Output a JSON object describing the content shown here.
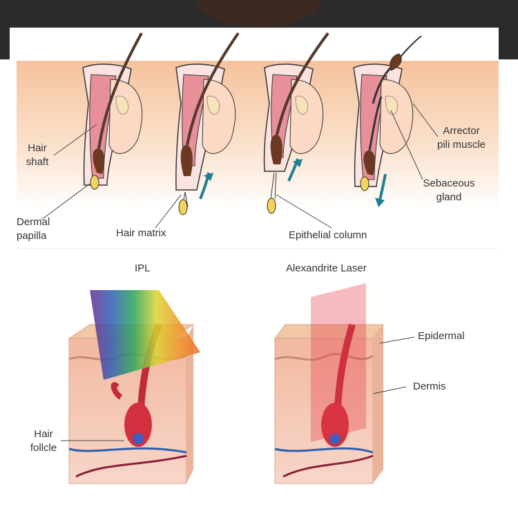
{
  "top_panel": {
    "labels": {
      "hair_shaft": [
        "Hair",
        "shaft"
      ],
      "dermal_papilla": [
        "Dermal",
        "papilla"
      ],
      "hair_matrix": "Hair matrix",
      "epithelial_column": "Epithelial column",
      "arrector_pili_muscle": [
        "Arrector",
        "pili muscle"
      ],
      "sebaceous_gland": [
        "Sebaceous",
        "gland"
      ]
    }
  },
  "bottom_panel": {
    "ipl": {
      "title": "IPL",
      "hair_follicle": [
        "Hair",
        "follcle"
      ]
    },
    "alexandrite": {
      "title": "Alexandrite Laser",
      "epidermal": "Epidermal",
      "dermis": "Dermis"
    }
  },
  "colors": {
    "banner": "#2b2b2b",
    "skin": "#f7c9a6",
    "follicle": "#e8909a",
    "hair": "#5a3020",
    "arrow": "#1e7f92"
  }
}
